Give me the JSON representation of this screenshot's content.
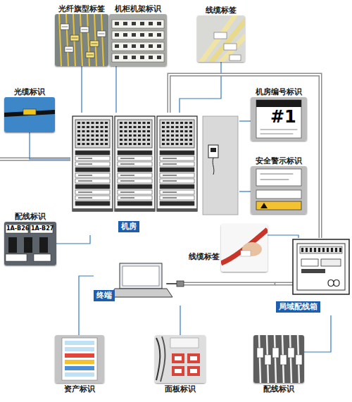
{
  "diagram": {
    "nodes": [
      {
        "text": [
          "光纤旗型标签"
        ]
      },
      {
        "text": [
          "机柜机架标识"
        ]
      },
      {
        "text": [
          "线缆标签"
        ]
      },
      {
        "text": [
          "光缆标识"
        ]
      },
      {
        "text": [
          "机房编号标识"
        ]
      },
      {
        "text": [
          "安全警示标识"
        ]
      },
      {
        "text": [
          "配线标识"
        ]
      },
      {
        "text": [
          "机房"
        ]
      },
      {
        "text": [
          "线缆标签"
        ]
      },
      {
        "text": [
          "终端"
        ]
      },
      {
        "text": [
          "局域配线箱"
        ]
      },
      {
        "text": [
          "资产标识"
        ]
      },
      {
        "text": [
          "面板标识"
        ]
      },
      {
        "text": [
          "配线标识"
        ]
      }
    ],
    "edges": [
      {
        "from": 0,
        "to": 7,
        "arrow": "none"
      },
      {
        "from": 1,
        "to": 7,
        "arrow": "none"
      },
      {
        "from": 2,
        "to": 7,
        "arrow": "none"
      },
      {
        "from": 3,
        "to": 7,
        "arrow": "none"
      },
      {
        "from": 4,
        "to": 7,
        "arrow": "none"
      },
      {
        "from": 5,
        "to": 7,
        "arrow": "none"
      },
      {
        "from": 6,
        "to": 7,
        "arrow": "none"
      },
      {
        "from": 7,
        "to": 10,
        "arrow": "none"
      },
      {
        "from": 8,
        "to": 10,
        "arrow": "none"
      },
      {
        "from": 9,
        "to": 10,
        "arrow": "none"
      },
      {
        "from": 11,
        "to": 9,
        "arrow": "none"
      },
      {
        "from": 12,
        "to": 9,
        "arrow": "none"
      },
      {
        "from": 13,
        "to": 10,
        "arrow": "none"
      }
    ],
    "labels": [
      "#1",
      "1A-B26",
      "1A-B27"
    ]
  }
}
